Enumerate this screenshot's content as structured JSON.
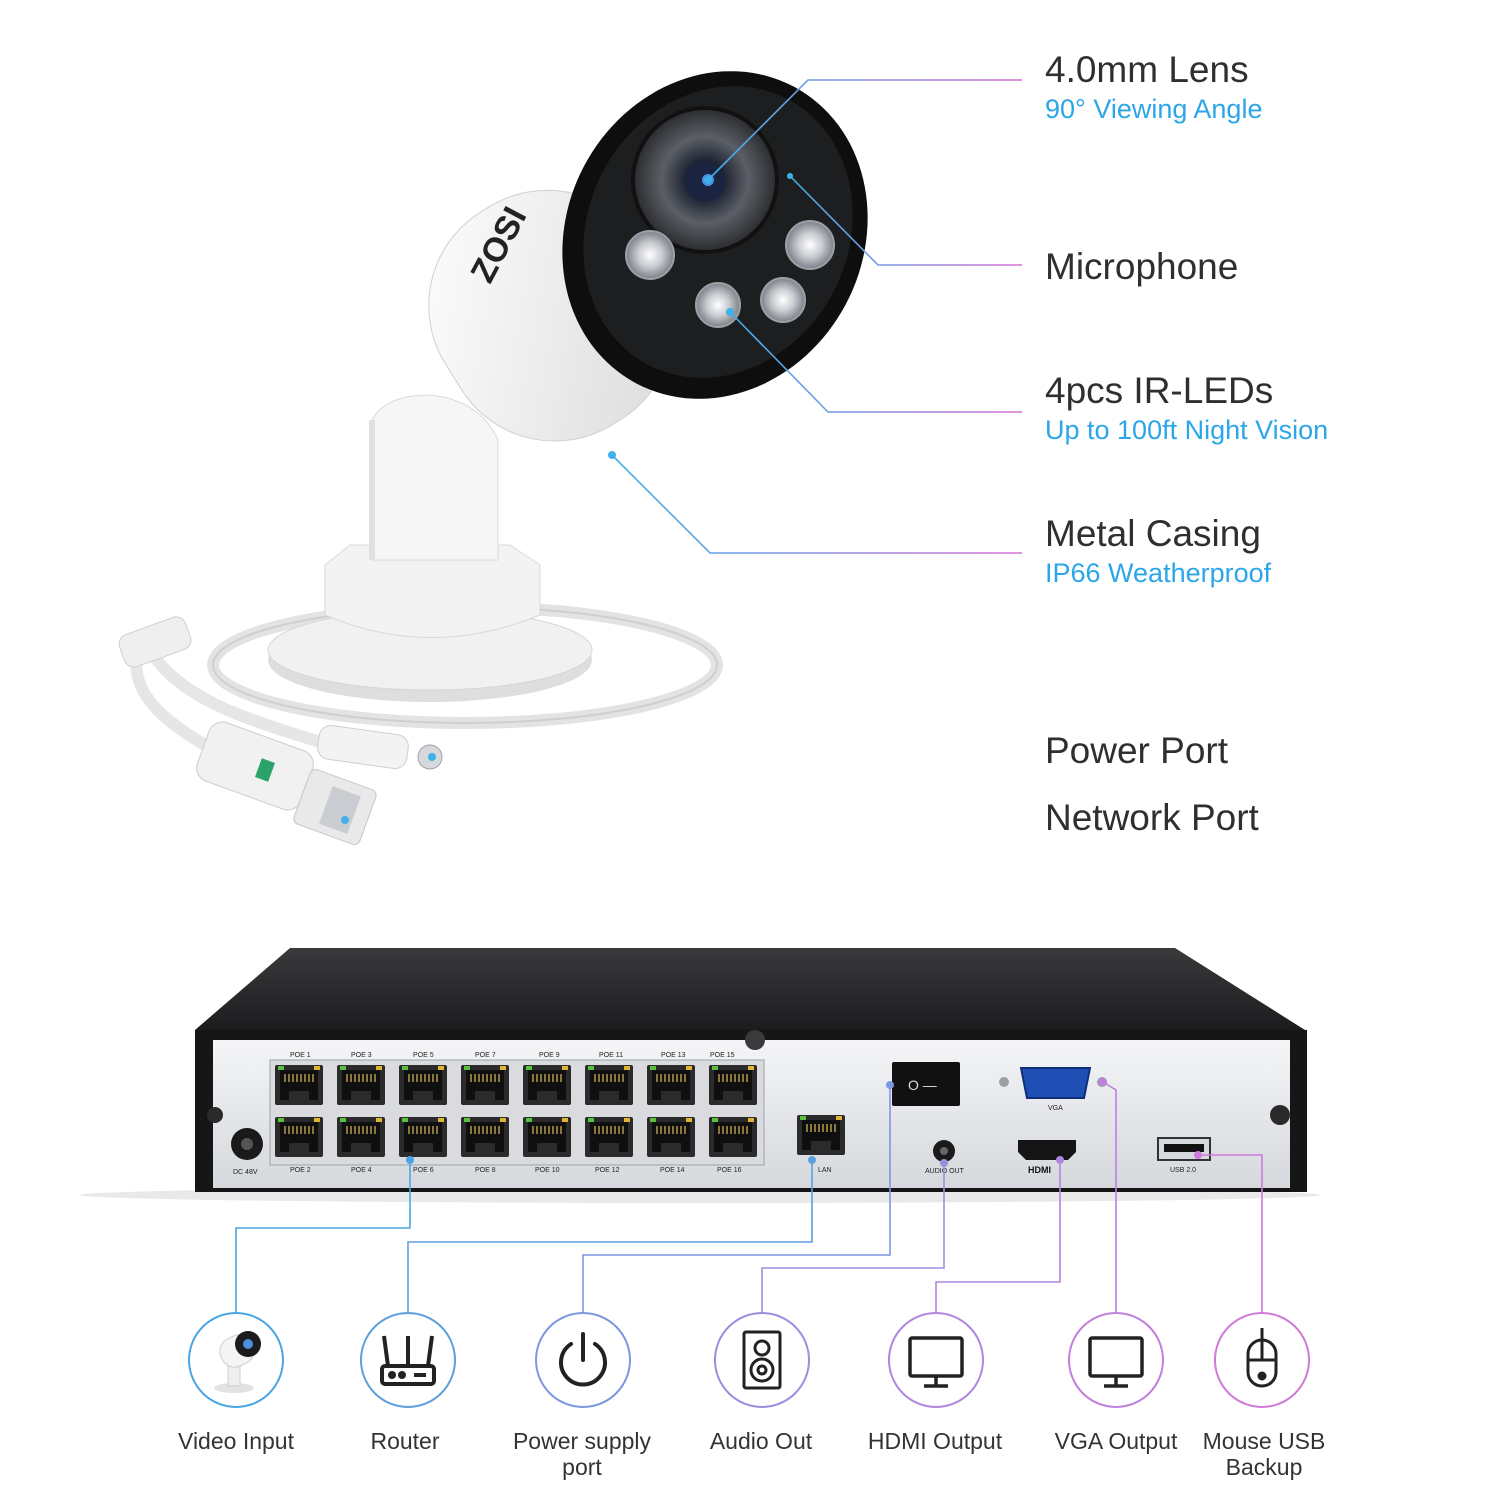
{
  "camera": {
    "brand": "ZOSI",
    "features": [
      {
        "title": "4.0mm Lens",
        "subtitle": "90° Viewing Angle"
      },
      {
        "title": "Microphone",
        "subtitle": ""
      },
      {
        "title": "4pcs IR-LEDs",
        "subtitle": "Up to 100ft Night Vision"
      },
      {
        "title": "Metal Casing",
        "subtitle": "IP66 Weatherproof"
      },
      {
        "title": "Power Port",
        "subtitle": ""
      },
      {
        "title": "Network Port",
        "subtitle": ""
      }
    ]
  },
  "nvr": {
    "poe_top": [
      "POE 1",
      "POE 3",
      "POE 5",
      "POE 7",
      "POE 9",
      "POE 11",
      "POE 13",
      "POE 15"
    ],
    "poe_bottom": [
      "POE 2",
      "POE 4",
      "POE 6",
      "POE 8",
      "POE 10",
      "POE 12",
      "POE 14",
      "POE 16"
    ],
    "power_label": "DC 48V",
    "lan_label": "LAN",
    "switch_symbols": "O  —",
    "vga_label": "VGA",
    "audio_label": "AUDIO OUT",
    "hdmi_label": "HDMI",
    "usb_label": "USB 2.0"
  },
  "connections": [
    {
      "label": "Video Input",
      "icon": "camera-icon",
      "color": "#4aa5e3"
    },
    {
      "label": "Router",
      "icon": "router-icon",
      "color": "#5f9fe0"
    },
    {
      "label": "Power supply port",
      "icon": "power-icon",
      "color": "#7c97df"
    },
    {
      "label": "Audio Out",
      "icon": "speaker-icon",
      "color": "#9a8fde"
    },
    {
      "label": "HDMI Output",
      "icon": "monitor-icon",
      "color": "#b086de"
    },
    {
      "label": "VGA Output",
      "icon": "monitor-icon",
      "color": "#c07fdc"
    },
    {
      "label": "Mouse USB Backup",
      "icon": "mouse-icon",
      "color": "#d07ad8"
    }
  ]
}
